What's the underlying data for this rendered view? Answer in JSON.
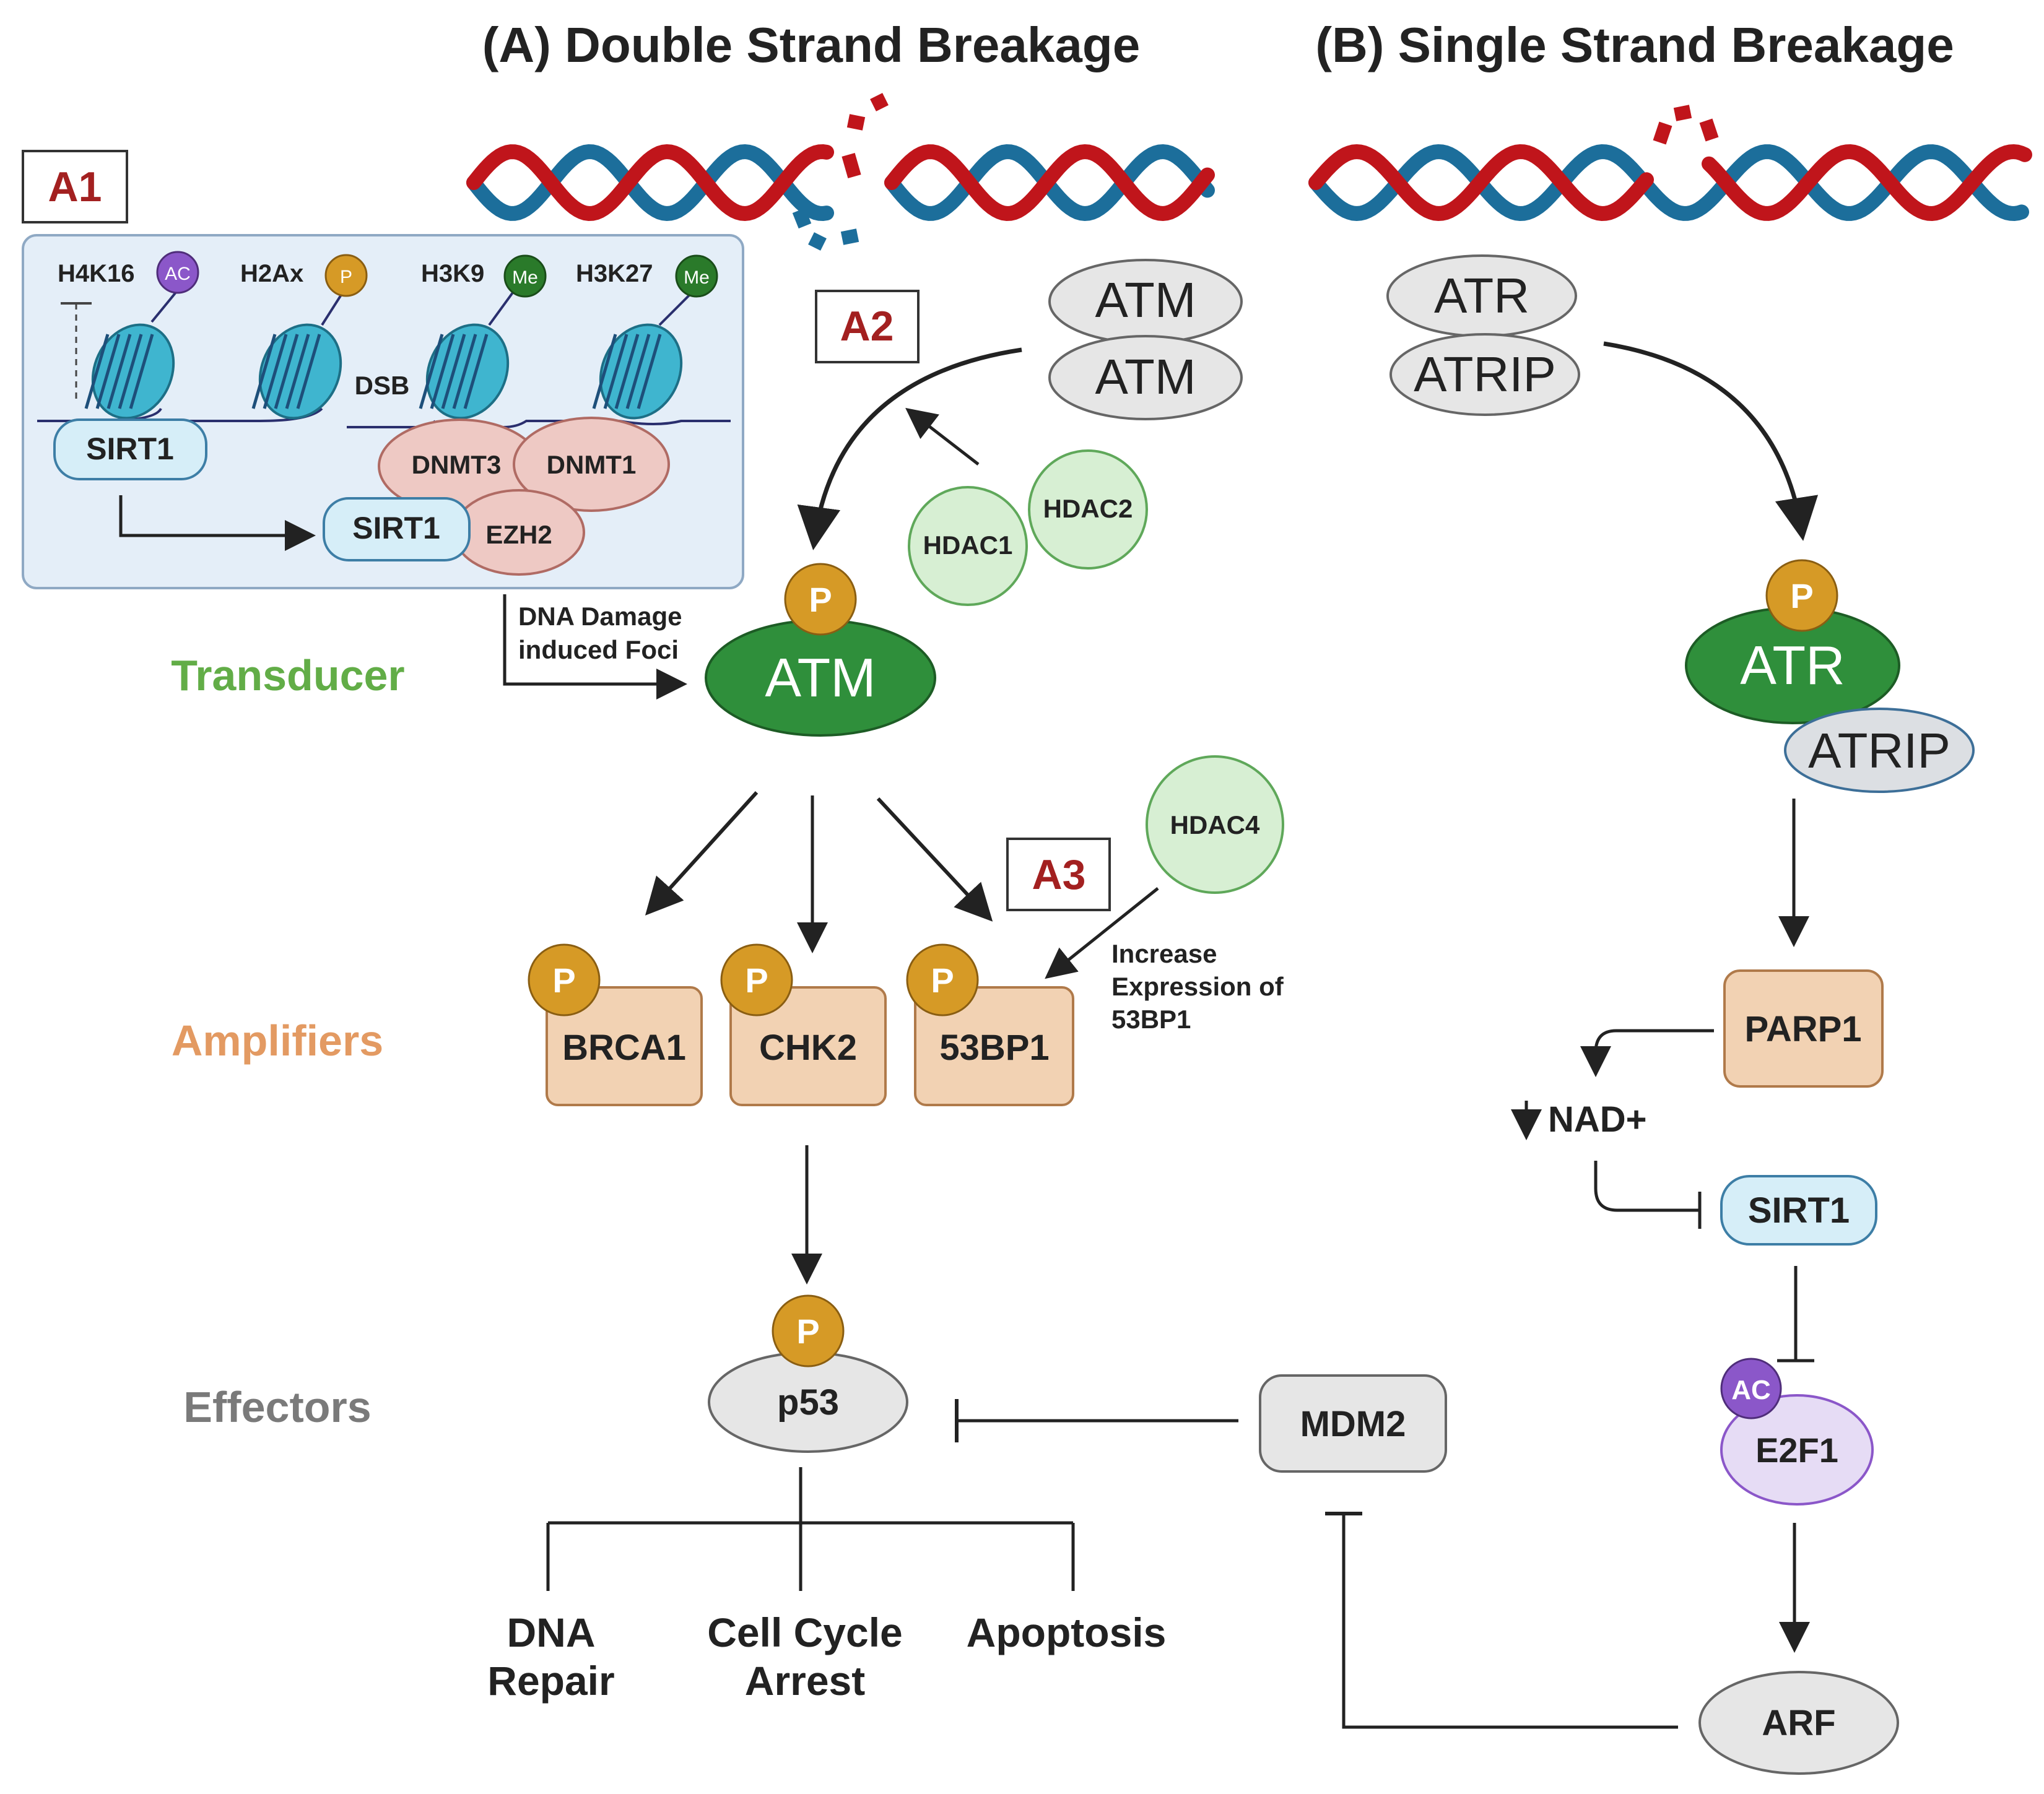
{
  "titles": {
    "a": "(A) Double Strand Breakage",
    "b": "(B) Single Strand Breakage"
  },
  "panel_labels": {
    "a1": "A1",
    "a2": "A2",
    "a3": "A3"
  },
  "stages": {
    "transducer": "Transducer",
    "amplifiers": "Amplifiers",
    "effectors": "Effectors"
  },
  "inset": {
    "h4k16": "H4K16",
    "h2ax": "H2Ax",
    "h3k9": "H3K9",
    "h3k27": "H3K27",
    "ac": "AC",
    "p": "P",
    "me": "Me",
    "dsb": "DSB",
    "sirt1_top": "SIRT1",
    "sirt1_bottom": "SIRT1",
    "dnmt3": "DNMT3",
    "dnmt1": "DNMT1",
    "ezh2": "EZH2"
  },
  "foci_label": [
    "DNA Damage",
    "induced Foci"
  ],
  "path_a": {
    "atm_dimer": [
      "ATM",
      "ATM"
    ],
    "hdac1": "HDAC1",
    "hdac2": "HDAC2",
    "hdac4": "HDAC4",
    "p": "P",
    "atm_active": "ATM",
    "amplifiers": [
      "BRCA1",
      "CHK2",
      "53BP1"
    ],
    "hdac4_note": [
      "Increase",
      "Expression of",
      "53BP1"
    ],
    "p53": "p53",
    "mdm2": "MDM2",
    "outcomes": [
      [
        "DNA",
        "Repair"
      ],
      [
        "Cell Cycle",
        "Arrest"
      ],
      [
        "Apoptosis"
      ]
    ]
  },
  "path_b": {
    "atr": "ATR",
    "atrip": "ATRIP",
    "atr_active": "ATR",
    "atrip_active": "ATRIP",
    "p": "P",
    "parp1": "PARP1",
    "nad": "NAD+",
    "sirt1": "SIRT1",
    "ac": "AC",
    "e2f1": "E2F1",
    "arf": "ARF"
  },
  "colors": {
    "dna_red": "#c0151b",
    "dna_blue": "#1c6e9b",
    "label_red": "#a32020",
    "transducer_green": "#62ad47",
    "amplifier_orange": "#e39a62",
    "effector_gray": "#7a7a7a",
    "active_green": "#2f8f3b",
    "phospho_gold": "#d69a26",
    "box_tan": "#f2d2b3",
    "hdac_green": "#d7efd3",
    "sirt_blue": "#d6eef8",
    "dnmt_pink": "#eec9c4",
    "gray_fill": "#e6e6e6",
    "e2f1_lilac": "#e6dcf5",
    "ac_purple": "#8b57c9"
  }
}
